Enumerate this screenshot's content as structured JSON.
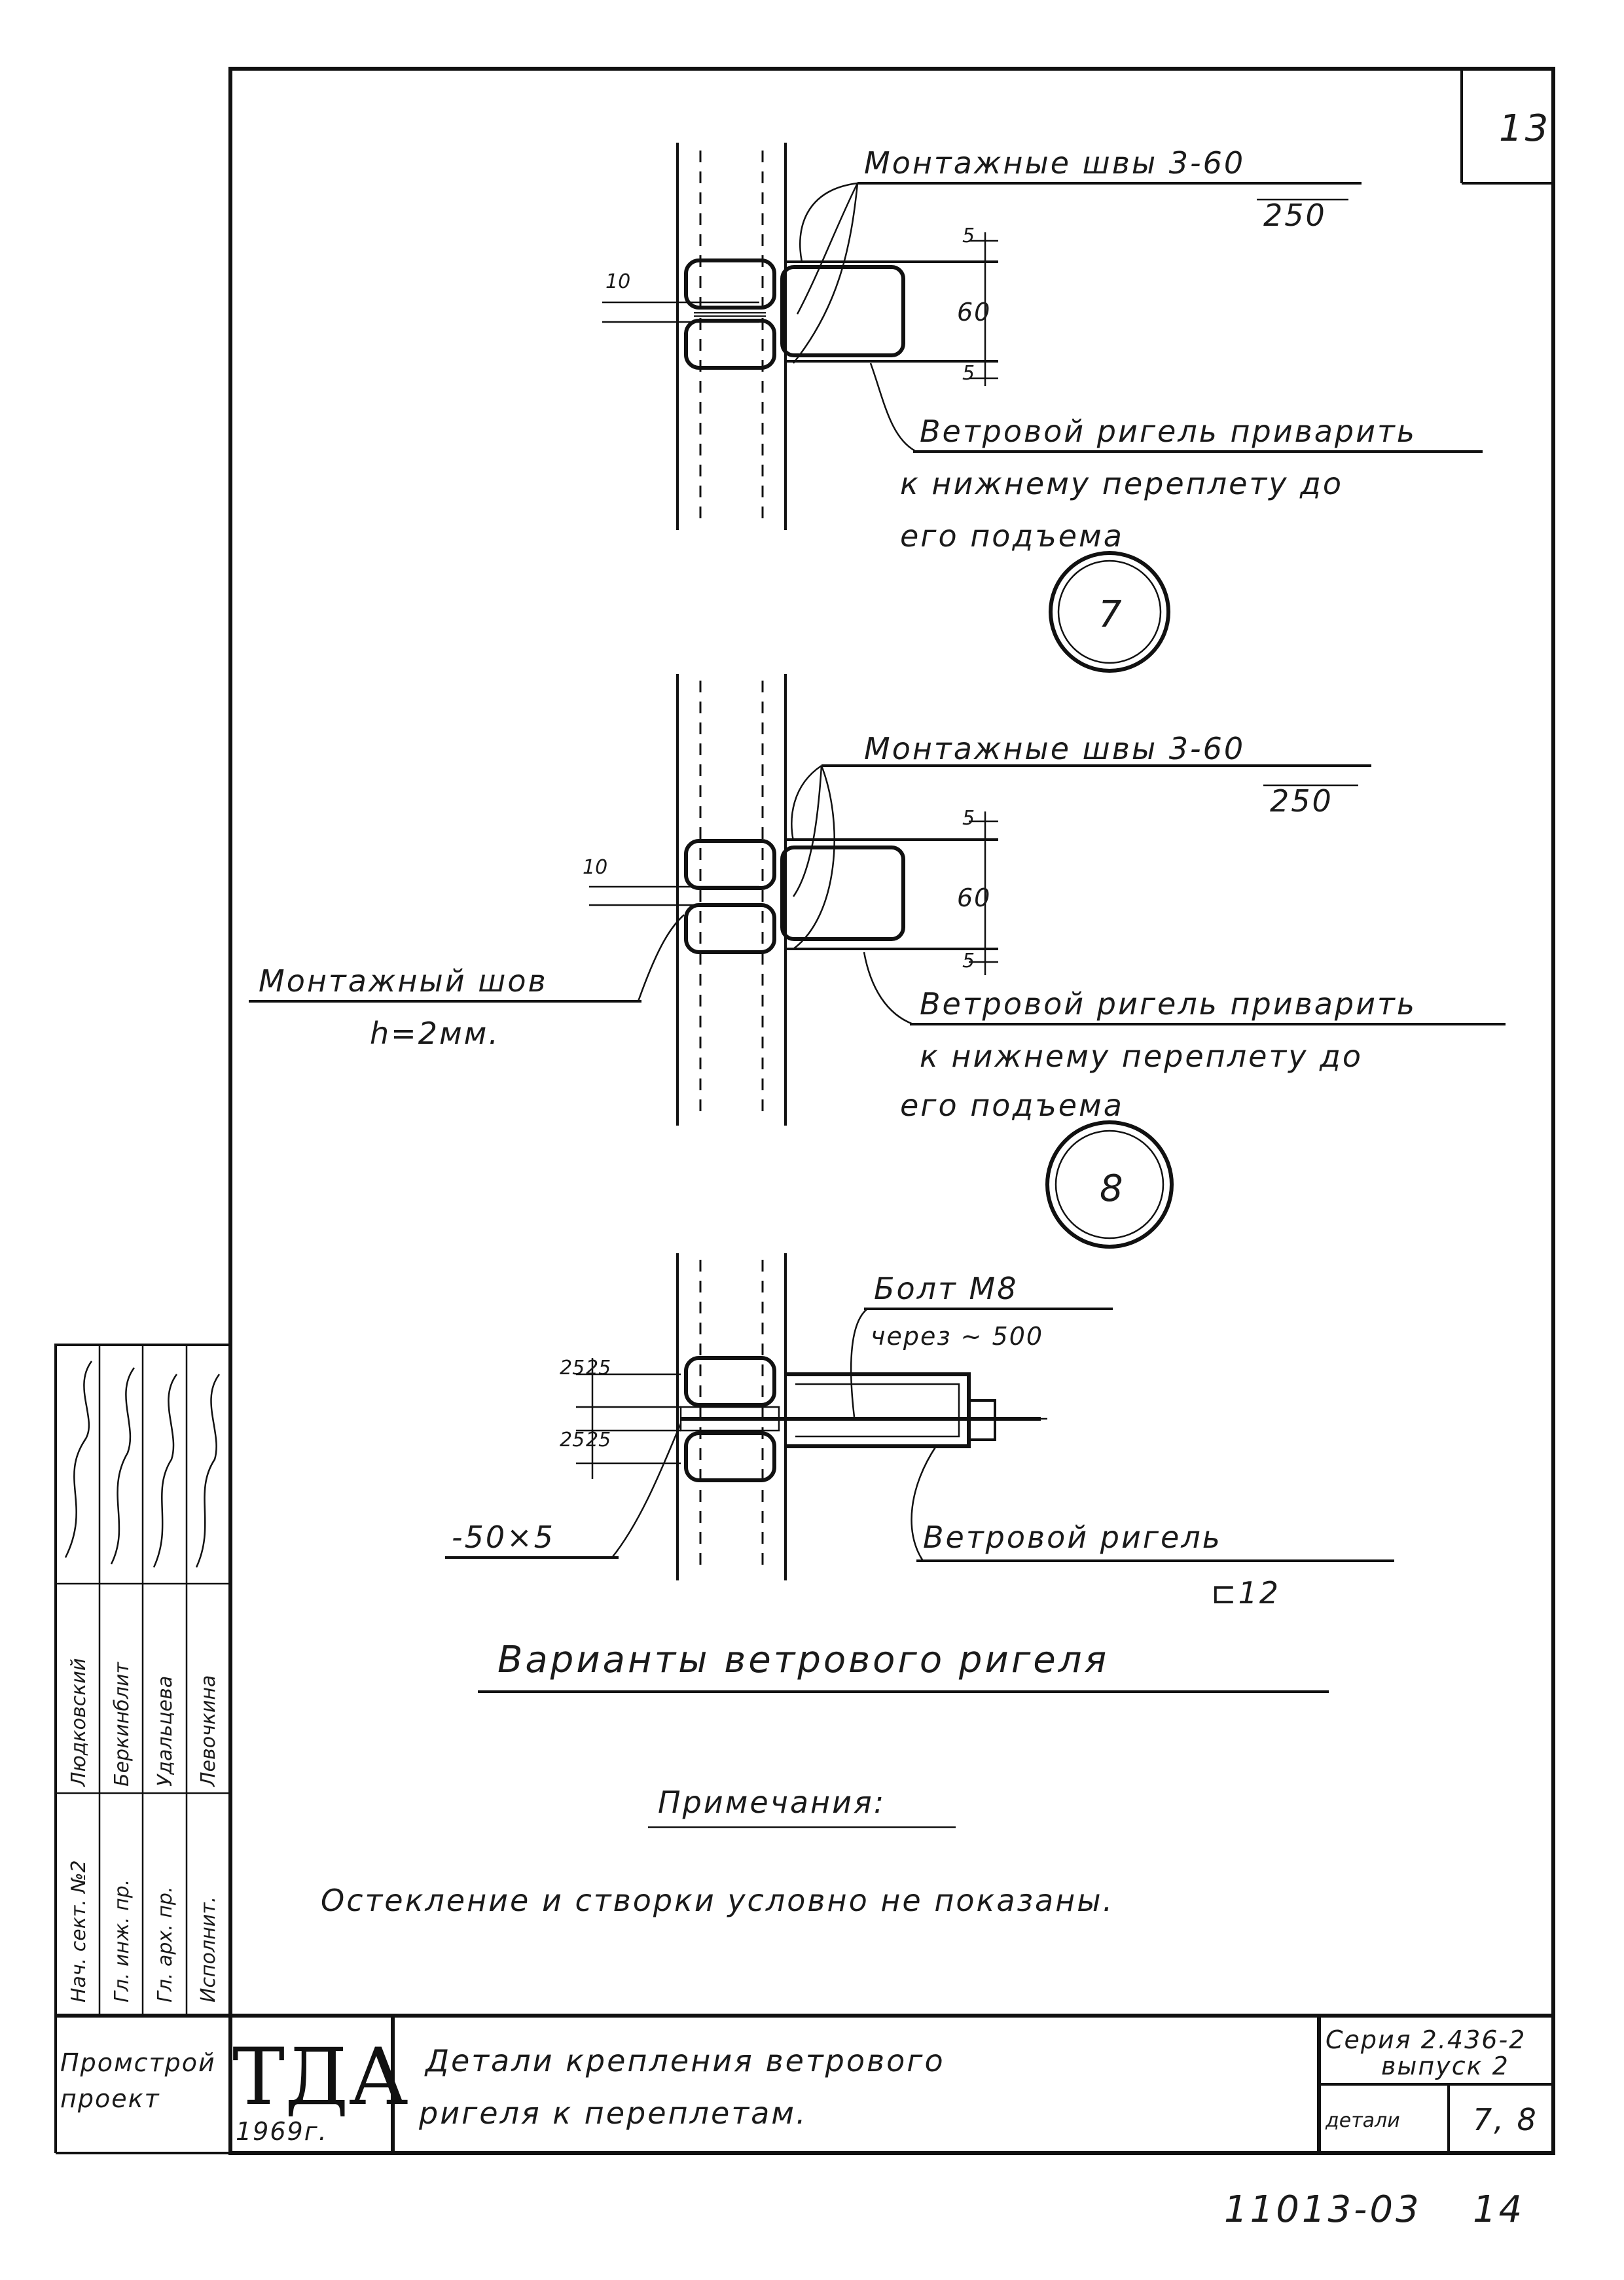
{
  "sheet_number": "13",
  "detail7": {
    "weld_label": "Монтажные швы 3-60",
    "weld_sub": "250",
    "dim_gap": "10",
    "dim_5_top": "5",
    "dim_60": "60",
    "dim_5_bottom": "5",
    "note_line1": "Ветровой ригель приварить",
    "note_line2": "к нижнему переплету до",
    "note_line3": "его подъема",
    "marker": "7"
  },
  "detail8": {
    "weld_label": "Монтажные швы 3-60",
    "weld_sub": "250",
    "dim_gap": "10",
    "dim_5_top": "5",
    "dim_60": "60",
    "dim_5_bottom": "5",
    "left_weld": "Монтажный шов",
    "left_weld_h": "h=2мм.",
    "note_line1": "Ветровой ригель приварить",
    "note_line2": "к нижнему переплету до",
    "note_line3": "его подъема",
    "marker": "8"
  },
  "detail_bolt": {
    "bolt": "Болт М8",
    "bolt_step": "через ~ 500",
    "dim_25a": "25",
    "dim_25b": "25",
    "dim_25c": "25",
    "dim_25d": "25",
    "plate": "-50×5",
    "girder": "Ветровой ригель",
    "channel": "⊏12"
  },
  "caption": "Варианты ветрового ригеля",
  "notes_title": "Примечания:",
  "notes_text": "Остекление и створки условно не показаны.",
  "titleblock": {
    "stamp": "ТДА",
    "year": "1969г.",
    "title_line1": "Детали крепления ветрового",
    "title_line2": "ригеля к переплетам.",
    "series_line1": "Серия 2.436-2",
    "series_line2": "выпуск 2",
    "detail_label": "детали",
    "detail_value": "7, 8",
    "org_line1": "Промстрой",
    "org_line2": "проект"
  },
  "side_block": {
    "roles": [
      "Нач. сект. №2",
      "Гл. инж. пр.",
      "Гл. арх. пр.",
      "Исполнит."
    ],
    "names": [
      "Людковский",
      "Беркинблит",
      "Удальцева",
      "Левочкина"
    ]
  },
  "doc_number": "11013-03",
  "page_number": "14"
}
